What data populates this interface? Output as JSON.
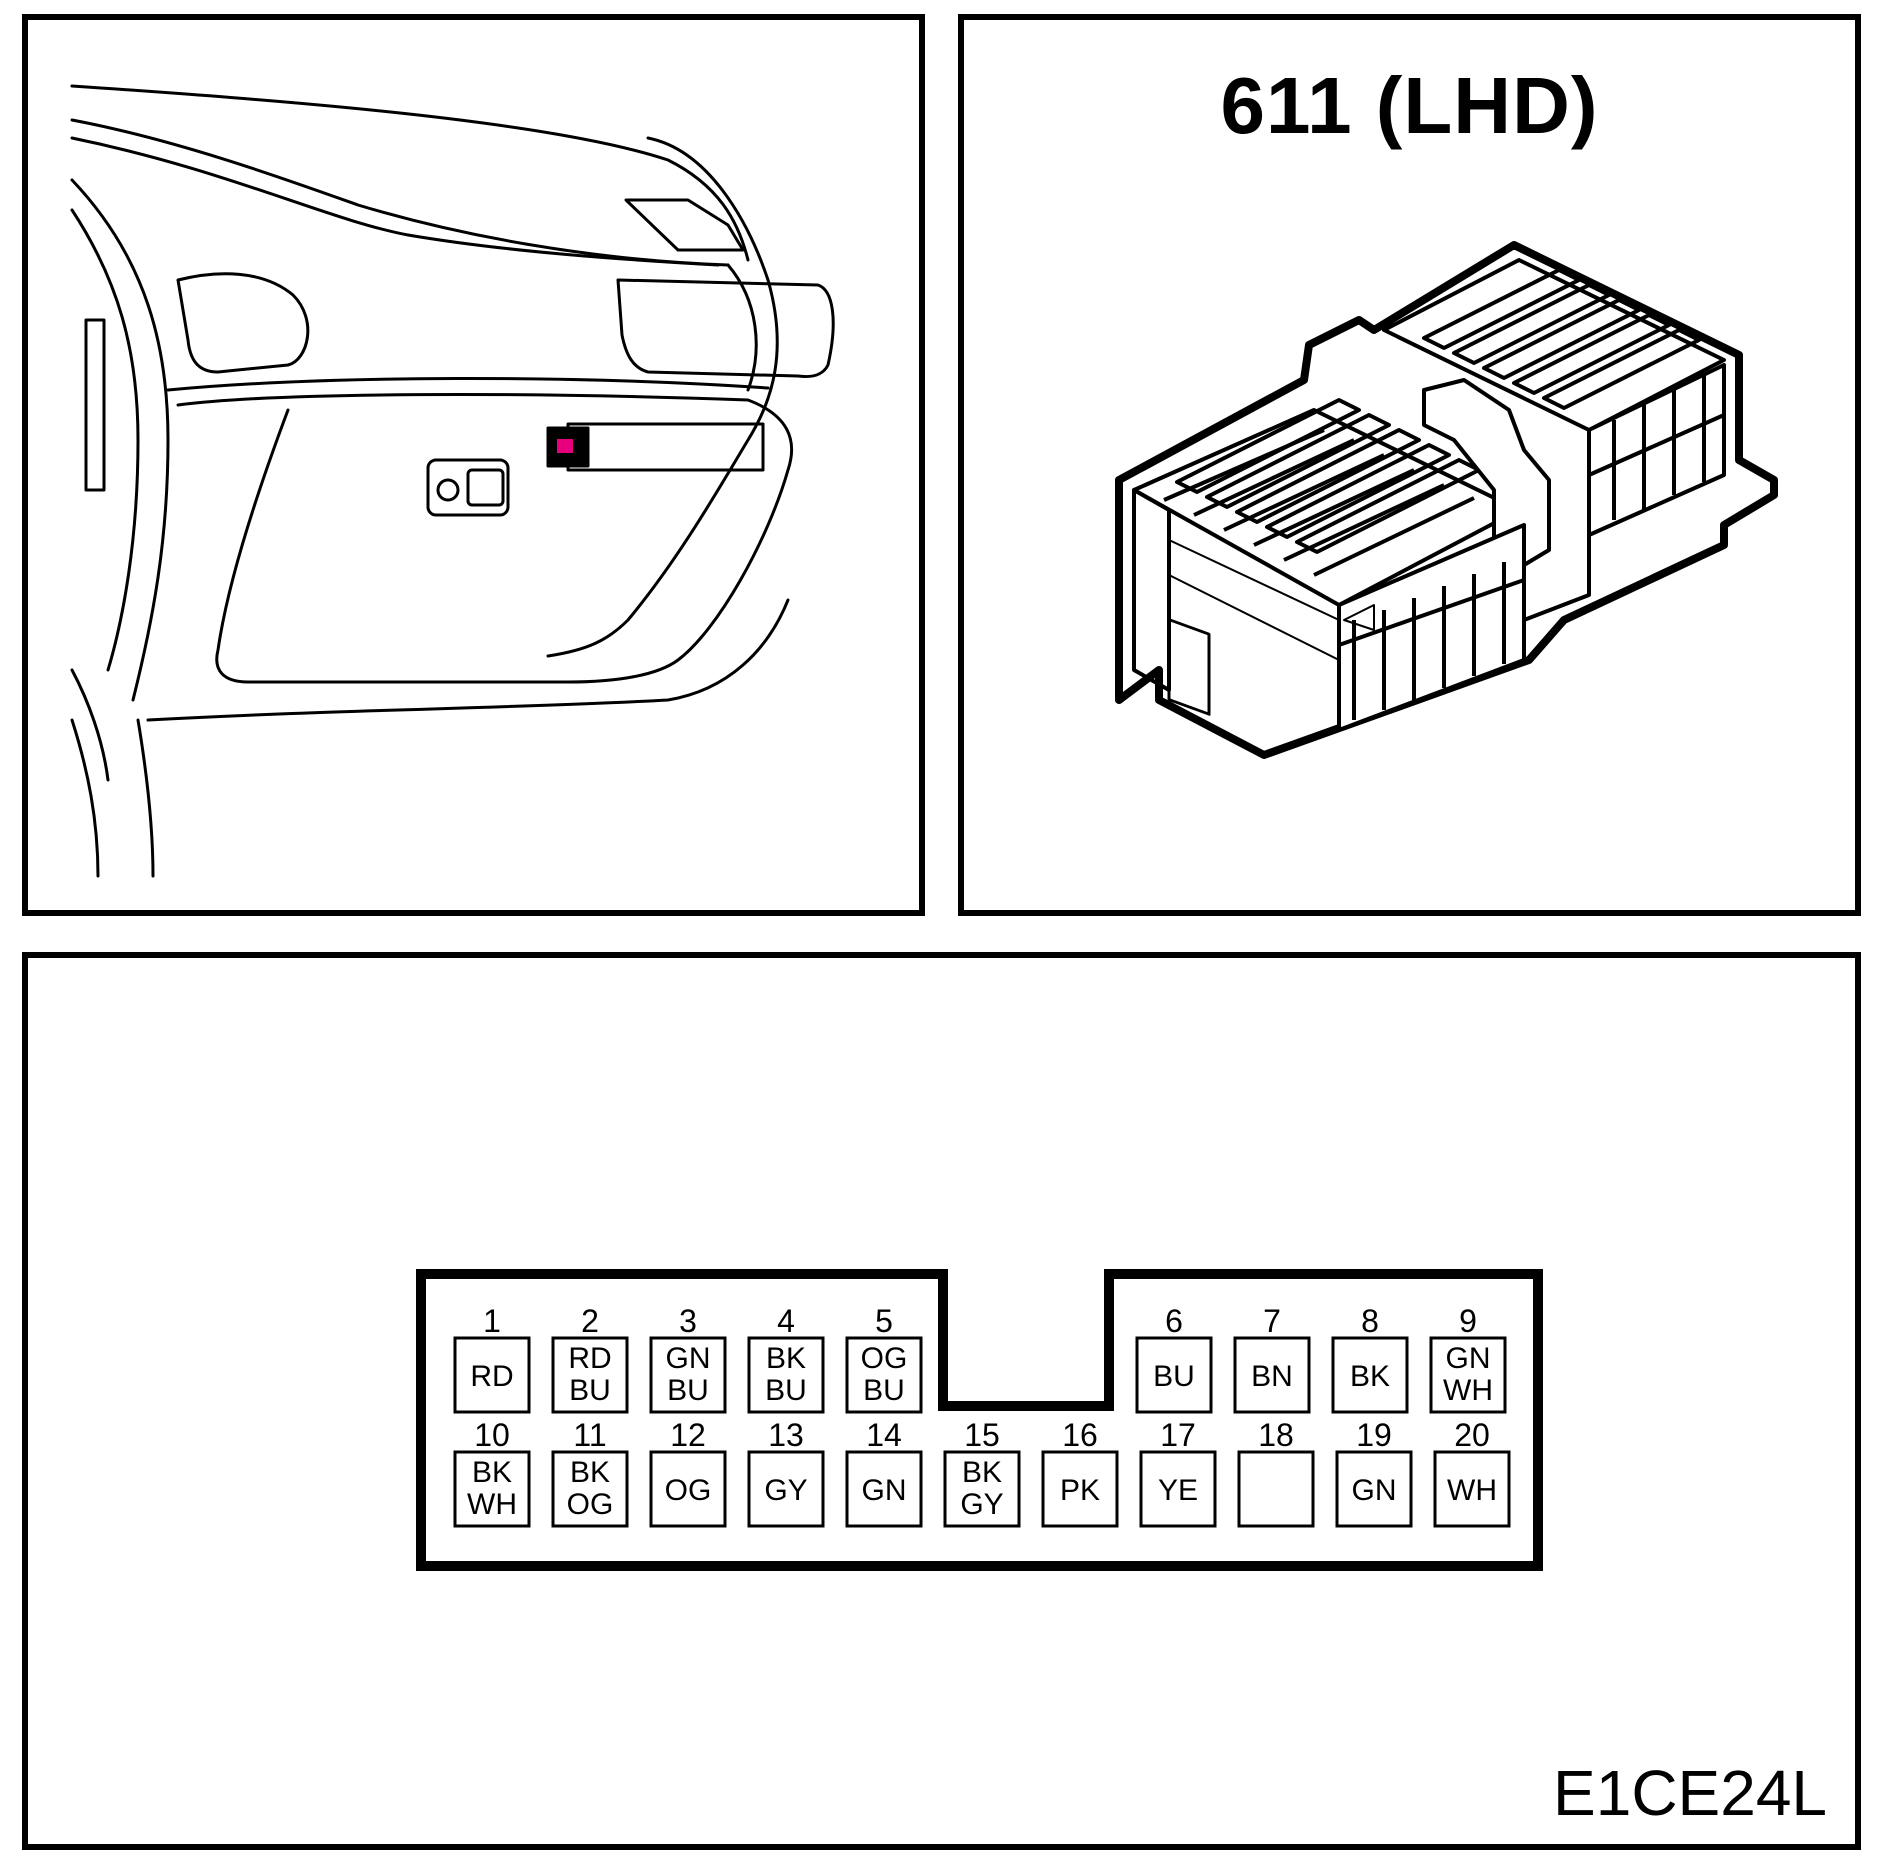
{
  "connector": {
    "title": "611 (LHD)",
    "drawing_code": "E1CE24L"
  },
  "colors": {
    "line": "#000000",
    "background": "#ffffff",
    "highlight": "#e6007e"
  },
  "pins_top": [
    {
      "num": "1",
      "colors": [
        "RD"
      ]
    },
    {
      "num": "2",
      "colors": [
        "RD",
        "BU"
      ]
    },
    {
      "num": "3",
      "colors": [
        "GN",
        "BU"
      ]
    },
    {
      "num": "4",
      "colors": [
        "BK",
        "BU"
      ]
    },
    {
      "num": "5",
      "colors": [
        "OG",
        "BU"
      ]
    },
    {
      "num": "6",
      "colors": [
        "BU"
      ]
    },
    {
      "num": "7",
      "colors": [
        "BN"
      ]
    },
    {
      "num": "8",
      "colors": [
        "BK"
      ]
    },
    {
      "num": "9",
      "colors": [
        "GN",
        "WH"
      ]
    }
  ],
  "pins_bottom": [
    {
      "num": "10",
      "colors": [
        "BK",
        "WH"
      ]
    },
    {
      "num": "11",
      "colors": [
        "BK",
        "OG"
      ]
    },
    {
      "num": "12",
      "colors": [
        "OG"
      ]
    },
    {
      "num": "13",
      "colors": [
        "GY"
      ]
    },
    {
      "num": "14",
      "colors": [
        "GN"
      ]
    },
    {
      "num": "15",
      "colors": [
        "BK",
        "GY"
      ]
    },
    {
      "num": "16",
      "colors": [
        "PK"
      ]
    },
    {
      "num": "17",
      "colors": [
        "YE"
      ]
    },
    {
      "num": "18",
      "colors": []
    },
    {
      "num": "19",
      "colors": [
        "GN"
      ]
    },
    {
      "num": "20",
      "colors": [
        "WH"
      ]
    }
  ]
}
